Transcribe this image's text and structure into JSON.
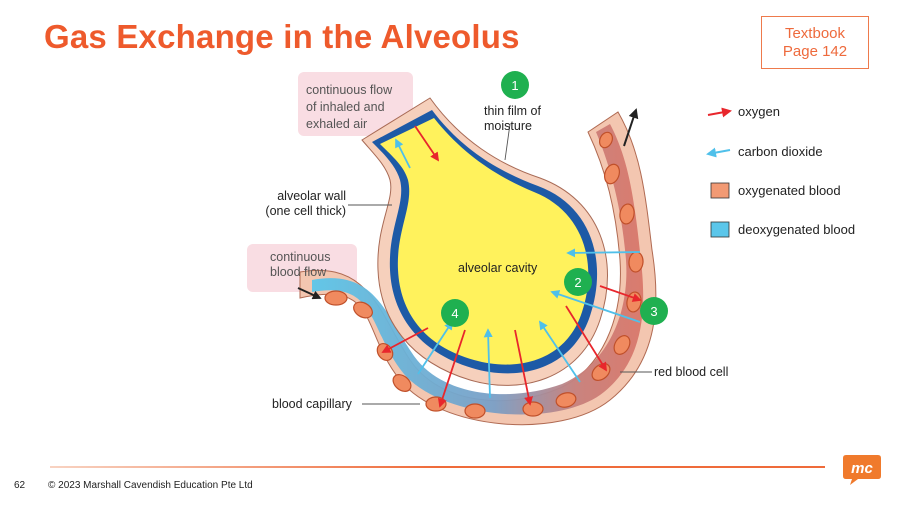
{
  "title": "Gas Exchange in the Alveolus",
  "reference": {
    "line1": "Textbook",
    "line2": "Page 142"
  },
  "labels": {
    "inhaled_line1": "continuous flow",
    "inhaled_line2": "of inhaled and",
    "inhaled_line3": "exhaled air",
    "moisture_line1": "thin film of",
    "moisture_line2": "moisture",
    "wall_line1": "alveolar wall",
    "wall_line2": "(one cell thick)",
    "blood_line1": "continuous",
    "blood_line2": "blood flow",
    "cavity": "alveolar cavity",
    "capillary": "blood capillary",
    "rbc": "red blood cell"
  },
  "badges": [
    "1",
    "2",
    "3",
    "4"
  ],
  "legend": {
    "oxygen": "oxygen",
    "carbon_dioxide": "carbon dioxide",
    "oxygenated": "oxygenated blood",
    "deoxygenated": "deoxygenated blood"
  },
  "colors": {
    "accent": "#ee5a2c",
    "oxygen_arrow": "#e8262c",
    "co2_arrow": "#4fc0ea",
    "oxygenated_blood": "#f29a74",
    "deoxygenated_blood": "#5bc6ea",
    "alveolus": "#fff25c",
    "badge": "#1fb050"
  },
  "footer": {
    "page_number": "62",
    "copyright": "© 2023 Marshall Cavendish Education Pte Ltd",
    "logo_text": "mc"
  }
}
